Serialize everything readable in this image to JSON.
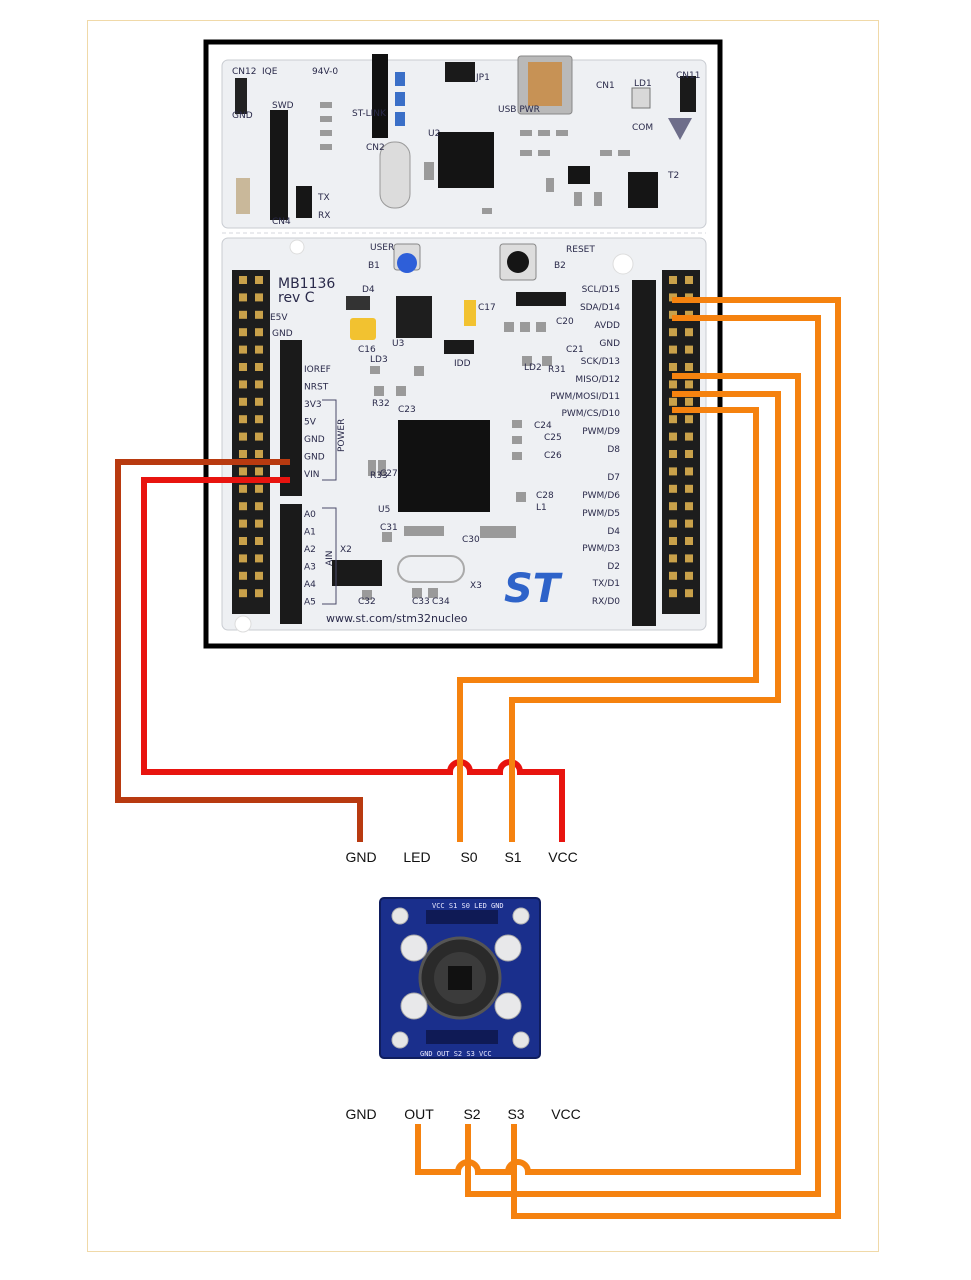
{
  "board": {
    "model": "MB1136",
    "revision": "rev C",
    "url": "www.st.com/stm32nucleo",
    "logo_text": "ST",
    "top_labels": [
      "CN12",
      "IQE",
      "94V-0",
      "SWD",
      "ST-LINK",
      "USB PWR",
      "CN1",
      "LD1",
      "CN11",
      "COM",
      "CN4",
      "JP1",
      "CN2",
      "U2",
      "T2",
      "TX",
      "RX",
      "GND"
    ],
    "buttons": {
      "user": "USER",
      "reset": "RESET",
      "b1": "B1",
      "b2": "B2"
    },
    "misc_labels": [
      "E5V",
      "GND",
      "U3",
      "D4",
      "C16",
      "LD3",
      "R32",
      "C23",
      "C17",
      "LD2",
      "R31",
      "C20",
      "C21",
      "U5",
      "R33",
      "C27",
      "C24",
      "C25",
      "C26",
      "C28",
      "L1",
      "C31",
      "C30",
      "X2",
      "X3",
      "C32",
      "C33",
      "C34",
      "IDD"
    ],
    "power_header": {
      "title": "POWER",
      "pins": [
        "IOREF",
        "NRST",
        "3V3",
        "5V",
        "GND",
        "GND",
        "VIN"
      ]
    },
    "analog_header": {
      "title": "AIN",
      "pins": [
        "A0",
        "A1",
        "A2",
        "A3",
        "A4",
        "A5"
      ]
    },
    "digital_header": {
      "pins": [
        "SCL/D15",
        "SDA/D14",
        "AVDD",
        "GND",
        "SCK/D13",
        "MISO/D12",
        "PWM/MOSI/D11",
        "PWM/CS/D10",
        "PWM/D9",
        "D8",
        "D7",
        "PWM/D6",
        "PWM/D5",
        "D4",
        "PWM/D3",
        "D2",
        "TX/D1",
        "RX/D0"
      ]
    }
  },
  "sensor": {
    "top_pin_labels": [
      "GND",
      "LED",
      "S0",
      "S1",
      "VCC"
    ],
    "bottom_pin_labels": [
      "GND",
      "OUT",
      "S2",
      "S3",
      "VCC"
    ],
    "top_silk": "VCC S1 S0 LED GND",
    "bottom_silk": "GND OUT S2 S3 VCC"
  },
  "wires": [
    {
      "from": "GND",
      "to": "GND",
      "color": "#b83a10"
    },
    {
      "from": "VIN",
      "to": "VCC",
      "color": "#e8140f"
    },
    {
      "from": "PWM/CS/D10",
      "to": "S0",
      "color": "#f5820f"
    },
    {
      "from": "PWM/MOSI/D11",
      "to": "S1",
      "color": "#f5820f"
    },
    {
      "from": "MISO/D12",
      "to": "OUT",
      "color": "#f5820f"
    },
    {
      "from": "SDA/D14",
      "to": "S2",
      "color": "#f5820f"
    },
    {
      "from": "SCL/D15",
      "to": "S3",
      "color": "#f5820f"
    }
  ],
  "colors": {
    "board": "#f4f4f6",
    "board_outline": "#000000",
    "sensor_pcb": "#1a2f8c",
    "wire_orange": "#f5820f",
    "wire_red": "#e8140f",
    "wire_gnd": "#b83a10"
  }
}
